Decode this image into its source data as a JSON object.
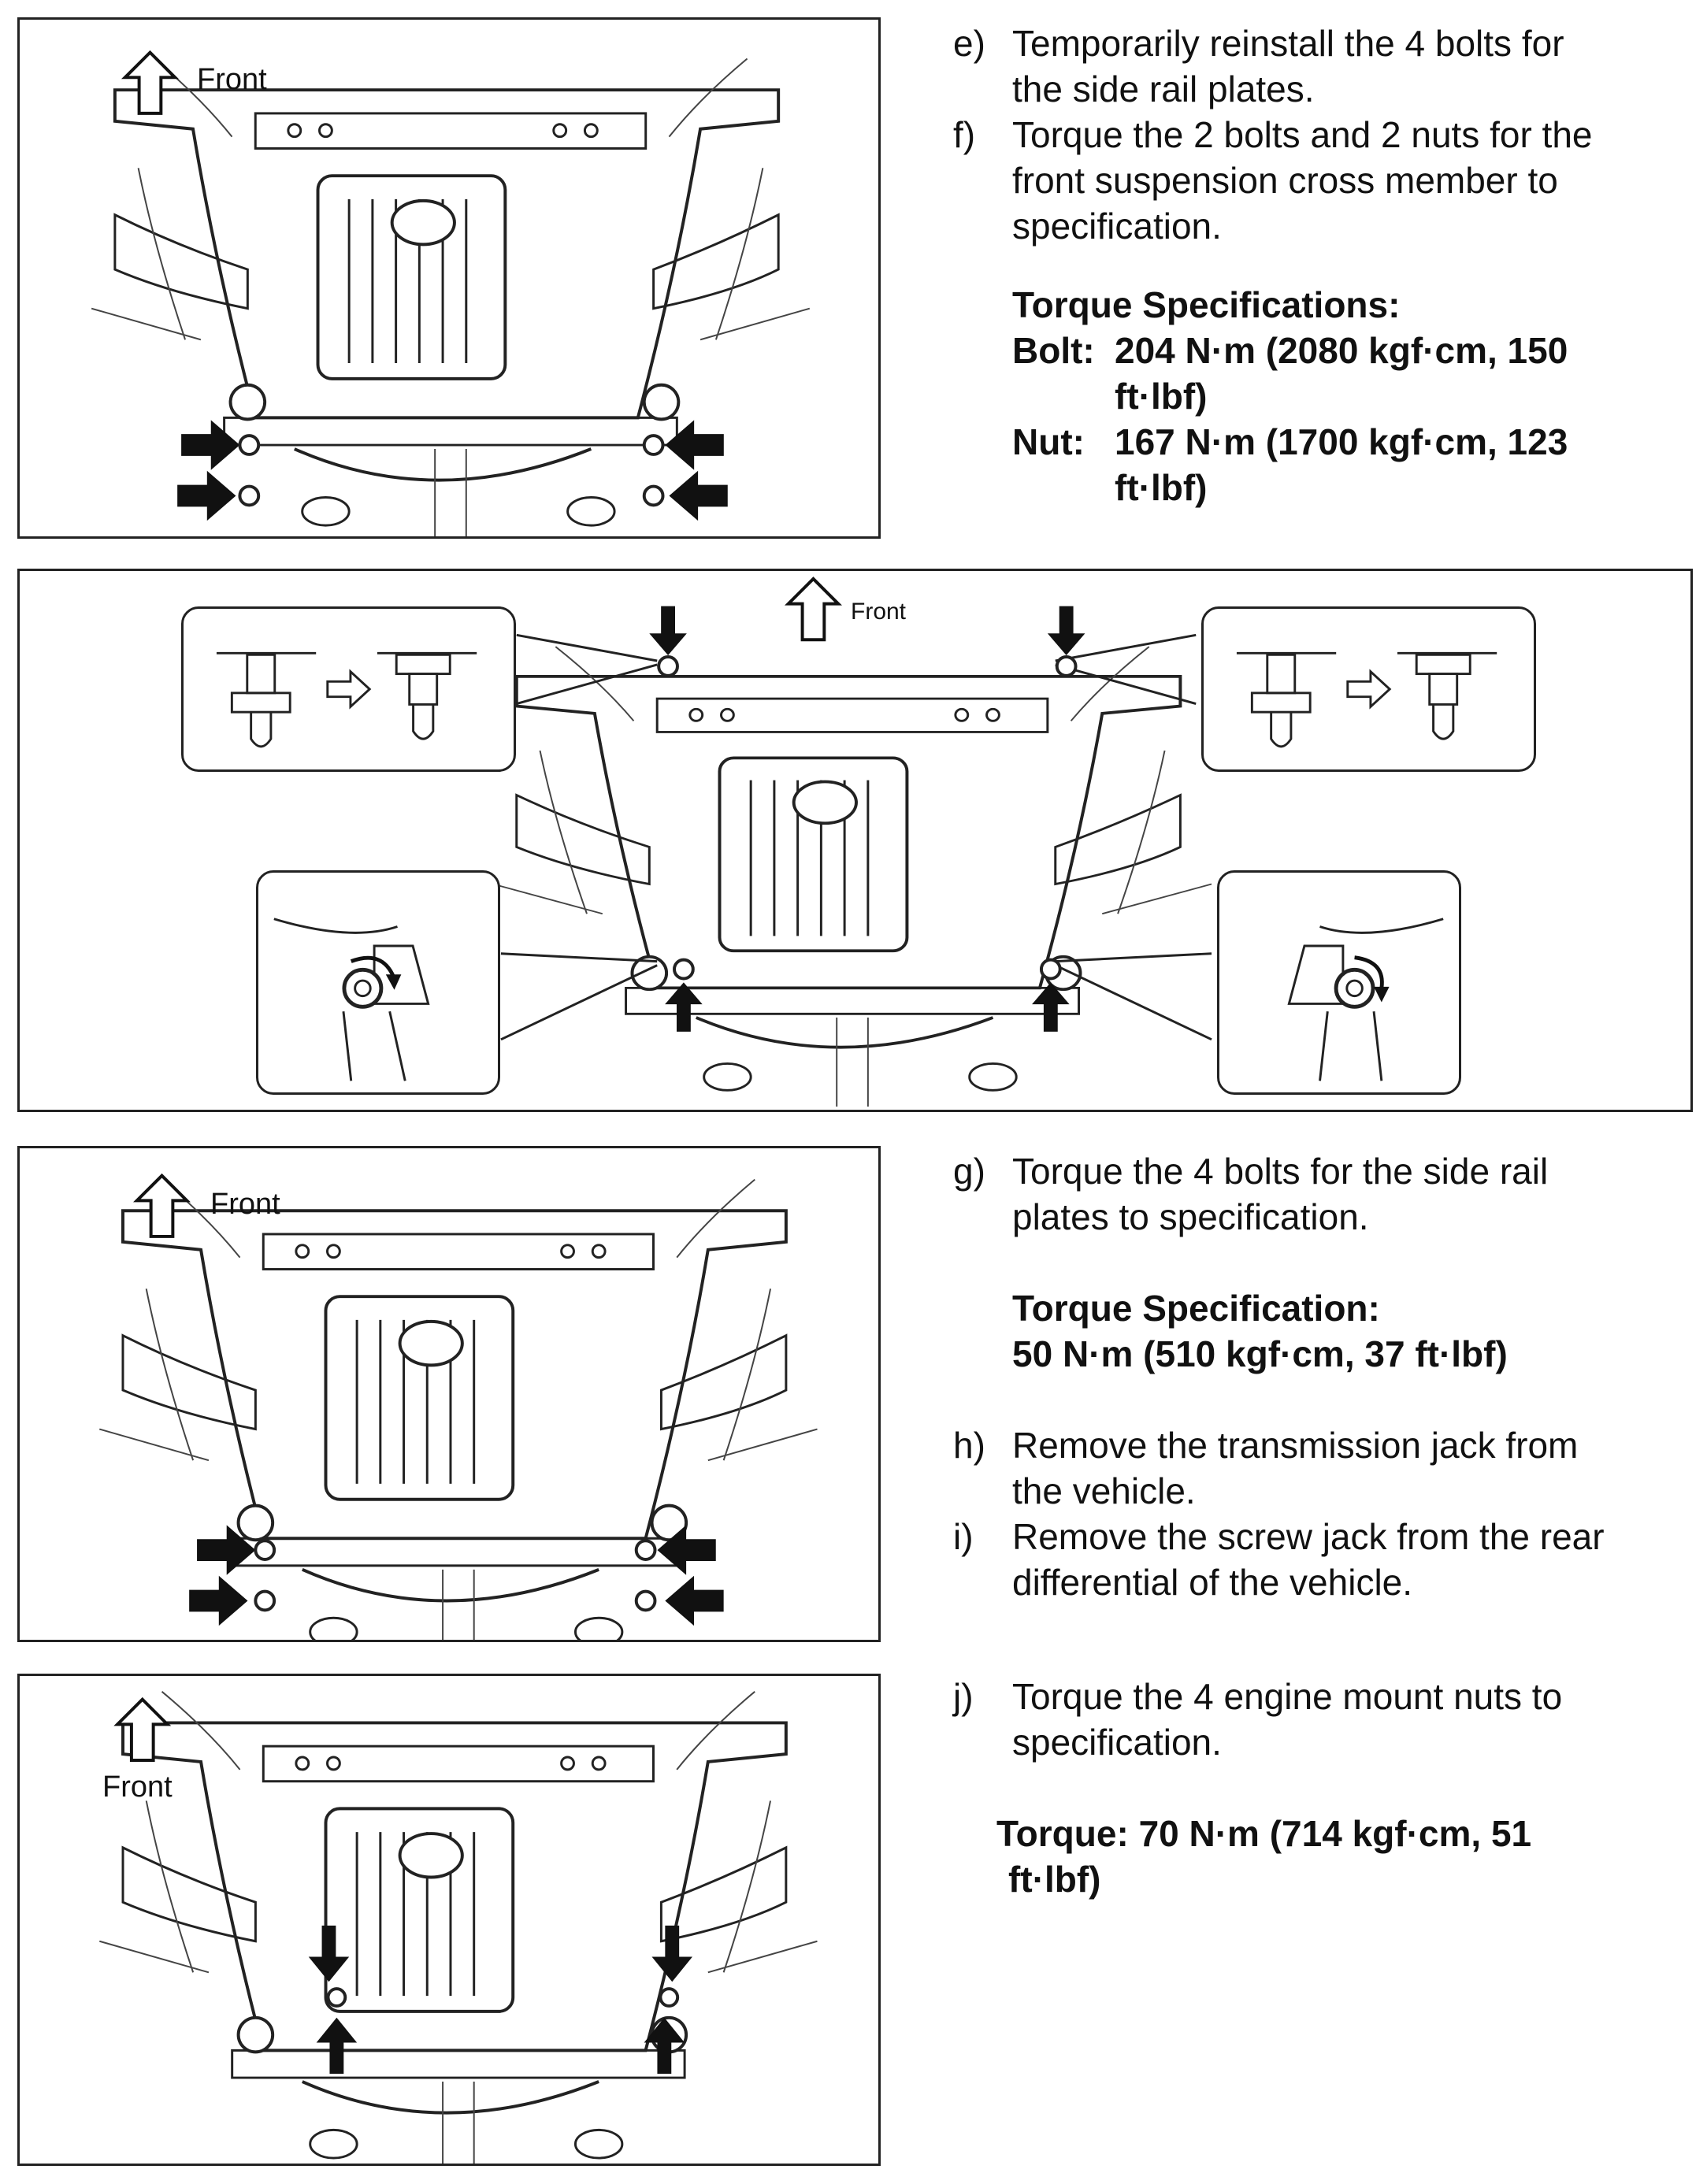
{
  "figures": {
    "front_label": "Front"
  },
  "steps_1": {
    "e_letter": "e)",
    "e_text_1": "Temporarily reinstall the 4 bolts for",
    "e_text_2": "the side rail plates.",
    "f_letter": "f)",
    "f_text_1": "Torque the 2 bolts and 2 nuts for the",
    "f_text_2": "front suspension cross member to",
    "f_text_3": "specification.",
    "spec_title": "Torque Specifications:",
    "bolt_key": "Bolt:",
    "bolt_val_1": "204 N·m (2080 kgf·cm, 150",
    "bolt_val_2": "ft·lbf)",
    "nut_key": "Nut:",
    "nut_val_1": "167 N·m (1700 kgf·cm, 123",
    "nut_val_2": "ft·lbf)"
  },
  "steps_2": {
    "g_letter": "g)",
    "g_text_1": "Torque the 4 bolts for the side rail",
    "g_text_2": "plates to specification.",
    "spec_title": "Torque Specification:",
    "spec_val": "50 N·m (510 kgf·cm, 37 ft·lbf)",
    "h_letter": "h)",
    "h_text_1": "Remove the transmission jack from",
    "h_text_2": "the vehicle.",
    "i_letter": "i)",
    "i_text_1": "Remove the screw jack from the rear",
    "i_text_2": "differential of the vehicle."
  },
  "steps_3": {
    "j_letter": "j)",
    "j_text_1": "Torque the 4 engine mount nuts to",
    "j_text_2": "specification.",
    "torque_line_1": "Torque:  70 N·m (714 kgf·cm, 51",
    "torque_line_2": "ft·lbf)"
  }
}
